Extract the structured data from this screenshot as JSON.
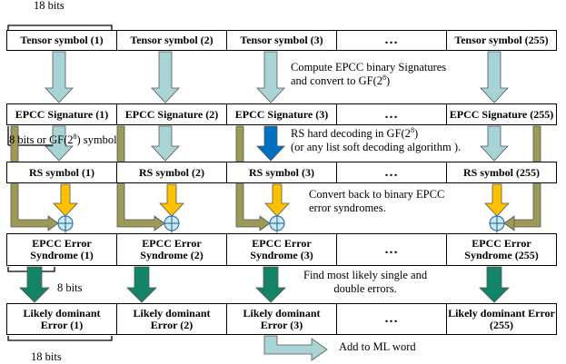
{
  "rows": {
    "tensor": [
      "Tensor symbol (1)",
      "Tensor symbol (2)",
      "Tensor symbol (3)",
      "…",
      "Tensor symbol (255)"
    ],
    "epcc": [
      "EPCC Signature (1)",
      "EPCC Signature (2)",
      "EPCC Signature (3)",
      "…",
      "EPCC Signature (255)"
    ],
    "rs": [
      "RS symbol (1)",
      "RS symbol (2)",
      "RS symbol (3)",
      "…",
      "RS symbol (255)"
    ],
    "syndrome": [
      "EPCC Error\nSyndrome  (1)",
      "EPCC Error\nSyndrome (2)",
      "EPCC Error\nSyndrome  (3)",
      "…",
      "EPCC Error\nSyndrome  (255)"
    ],
    "likely": [
      "Likely dominant\nError (1)",
      "Likely dominant\nError (2)",
      "Likely dominant\nError (3)",
      "…",
      "Likely dominant Error\n(255)"
    ]
  },
  "annotations": {
    "top_bits": "18 bits",
    "bottom_bits": "18 bits",
    "mid_bits": "8 bits",
    "gf_symbol_prefix": "8 bits or GF(2",
    "gf_symbol_exp": "8",
    "gf_symbol_suffix": ") symbol",
    "step1_line1": "Compute EPCC binary Signatures",
    "step1_line2_prefix": "and convert to GF(2",
    "step1_line2_exp": "8",
    "step1_line2_suffix": ")",
    "step2_line1_prefix": "RS hard decoding in GF(2",
    "step2_line1_exp": "8",
    "step2_line1_suffix": ")",
    "step2_line2": "(or any list soft decoding algorithm ).",
    "step3_line1": "Convert back to binary EPCC",
    "step3_line2": "error syndromes.",
    "step4_line1": "Find most likely single and",
    "step4_line2": "double errors.",
    "final_step": "Add to ML word"
  },
  "colors": {
    "light_blue_arrow": "#a9d4d6",
    "dark_blue_arrow": "#0070c0",
    "orange_arrow": "#ffc000",
    "olive_arrow": "#9b9a57",
    "green_arrow": "#138467",
    "xor_fill": "#cde9ec",
    "xor_stroke": "#2e75b6"
  }
}
